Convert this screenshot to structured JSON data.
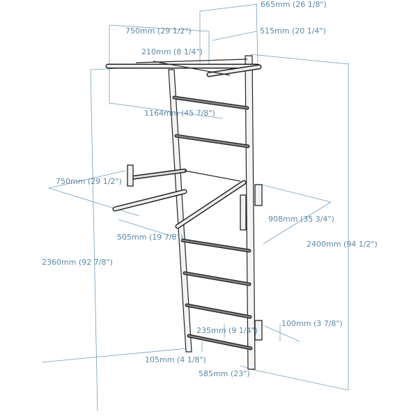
{
  "title": "Wall bar with pull-up bar and dip station dimensions",
  "dimensions": {
    "wall_projection_top": "665mm (26 1/8\")",
    "pullup_bar_depth": "750mm (29 1/2\")",
    "pullup_inner_depth": "515mm (20 1/4\")",
    "pullup_grip_offset": "210mm (8 1/4\")",
    "pullup_width": "1164mm (45 7/8\")",
    "dip_depth": "750mm (29 1/2\")",
    "dip_width": "908mm (35 3/4\")",
    "dip_inner_width": "505mm (19 7/8\")",
    "total_height_wall": "2400mm (94 1/2\")",
    "total_height_ladder": "2360mm (92 7/8\")",
    "wall_gap": "100mm (3 7/8\")",
    "rung_spacing": "235mm (9 1/4\")",
    "bottom_rung_height": "105mm (4 1/8\")",
    "ladder_width": "585mm (23\")"
  },
  "colors": {
    "dimension": "#5a88a8",
    "outline": "#222222"
  }
}
